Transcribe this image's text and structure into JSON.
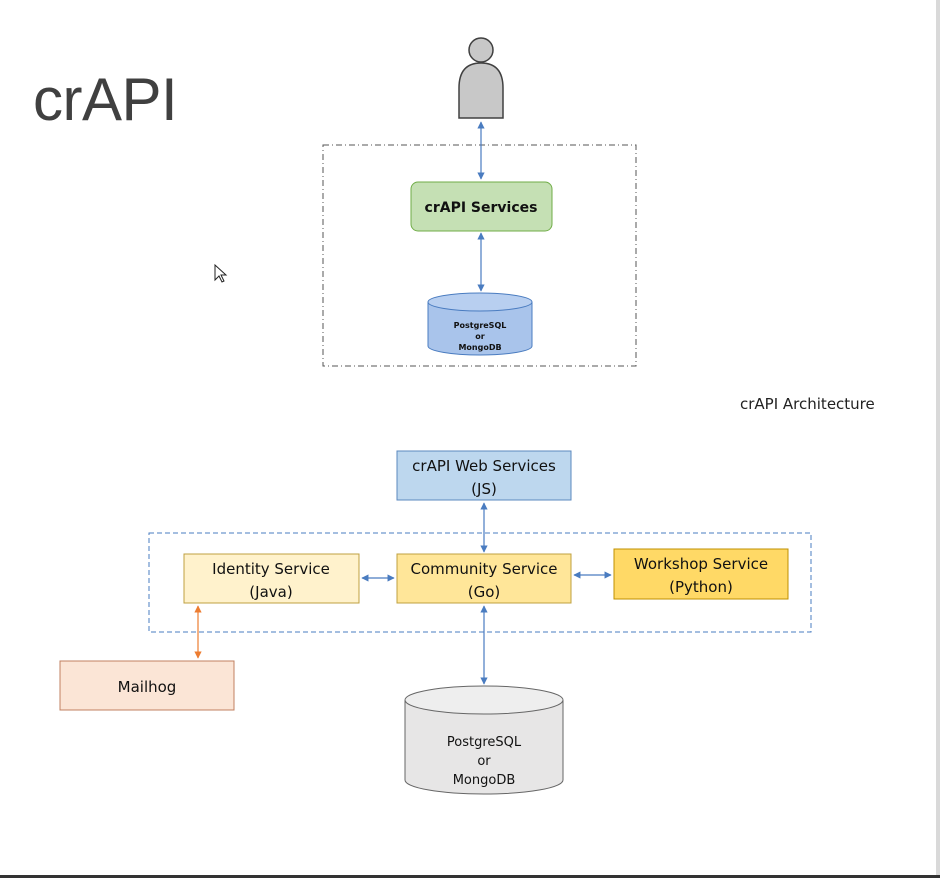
{
  "slide": {
    "title": "crAPI",
    "caption": "crAPI Architecture"
  },
  "top_diagram": {
    "services_label": "crAPI Services",
    "db_lines": [
      "PostgreSQL",
      "or",
      "MongoDB"
    ]
  },
  "bottom_diagram": {
    "web_services": [
      "crAPI Web Services",
      "(JS)"
    ],
    "identity_service": [
      "Identity Service",
      "(Java)"
    ],
    "community_service": [
      "Community Service",
      "(Go)"
    ],
    "workshop_service": [
      "Workshop Service",
      "(Python)"
    ],
    "mailhog": "Mailhog",
    "db_lines": [
      "PostgreSQL",
      "or",
      "MongoDB"
    ]
  },
  "colors": {
    "services_fill": "#c5e0b4",
    "db_fill": "#a9c4eb",
    "web_fill": "#bdd7ee",
    "identity_fill": "#fff2cc",
    "community_fill": "#ffe699",
    "workshop_fill": "#ffd966",
    "mailhog_fill": "#fbe5d6",
    "db2_fill": "#e7e6e6",
    "arrow_blue": "#4a7cc0",
    "arrow_orange": "#ed7d31"
  }
}
